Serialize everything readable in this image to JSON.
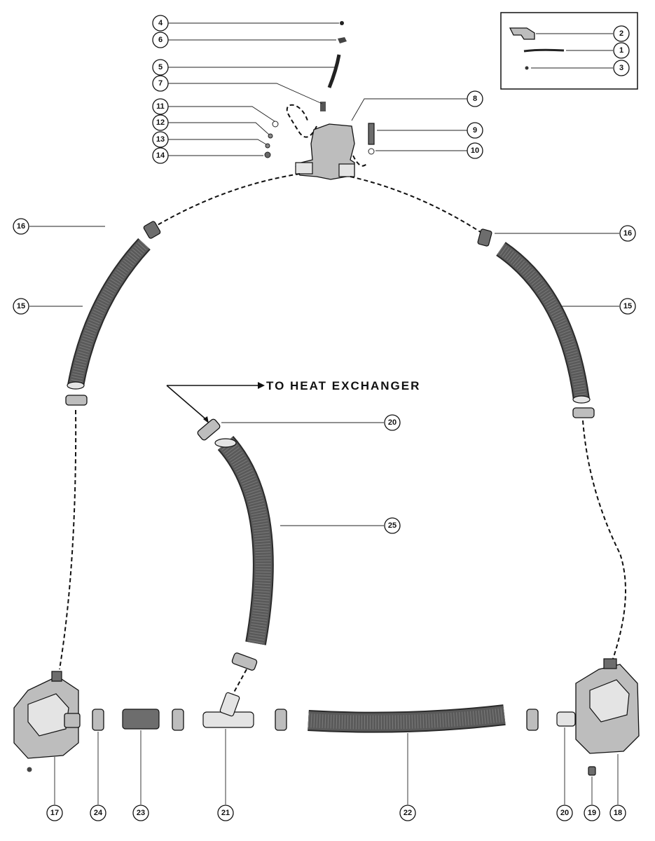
{
  "diagram": {
    "note_text": "TO HEAT EXCHANGER",
    "inset_callouts": [
      "2",
      "1",
      "3"
    ],
    "callouts": {
      "c4": "4",
      "c6": "6",
      "c5": "5",
      "c7": "7",
      "c8": "8",
      "c11": "11",
      "c12": "12",
      "c13": "13",
      "c14": "14",
      "c9": "9",
      "c10": "10",
      "c16_left": "16",
      "c16_right": "16",
      "c15_left": "15",
      "c15_right": "15",
      "c20_top": "20",
      "c25": "25",
      "c17": "17",
      "c24": "24",
      "c23": "23",
      "c21": "21",
      "c22": "22",
      "c20_bottom": "20",
      "c19": "19",
      "c18": "18"
    }
  }
}
